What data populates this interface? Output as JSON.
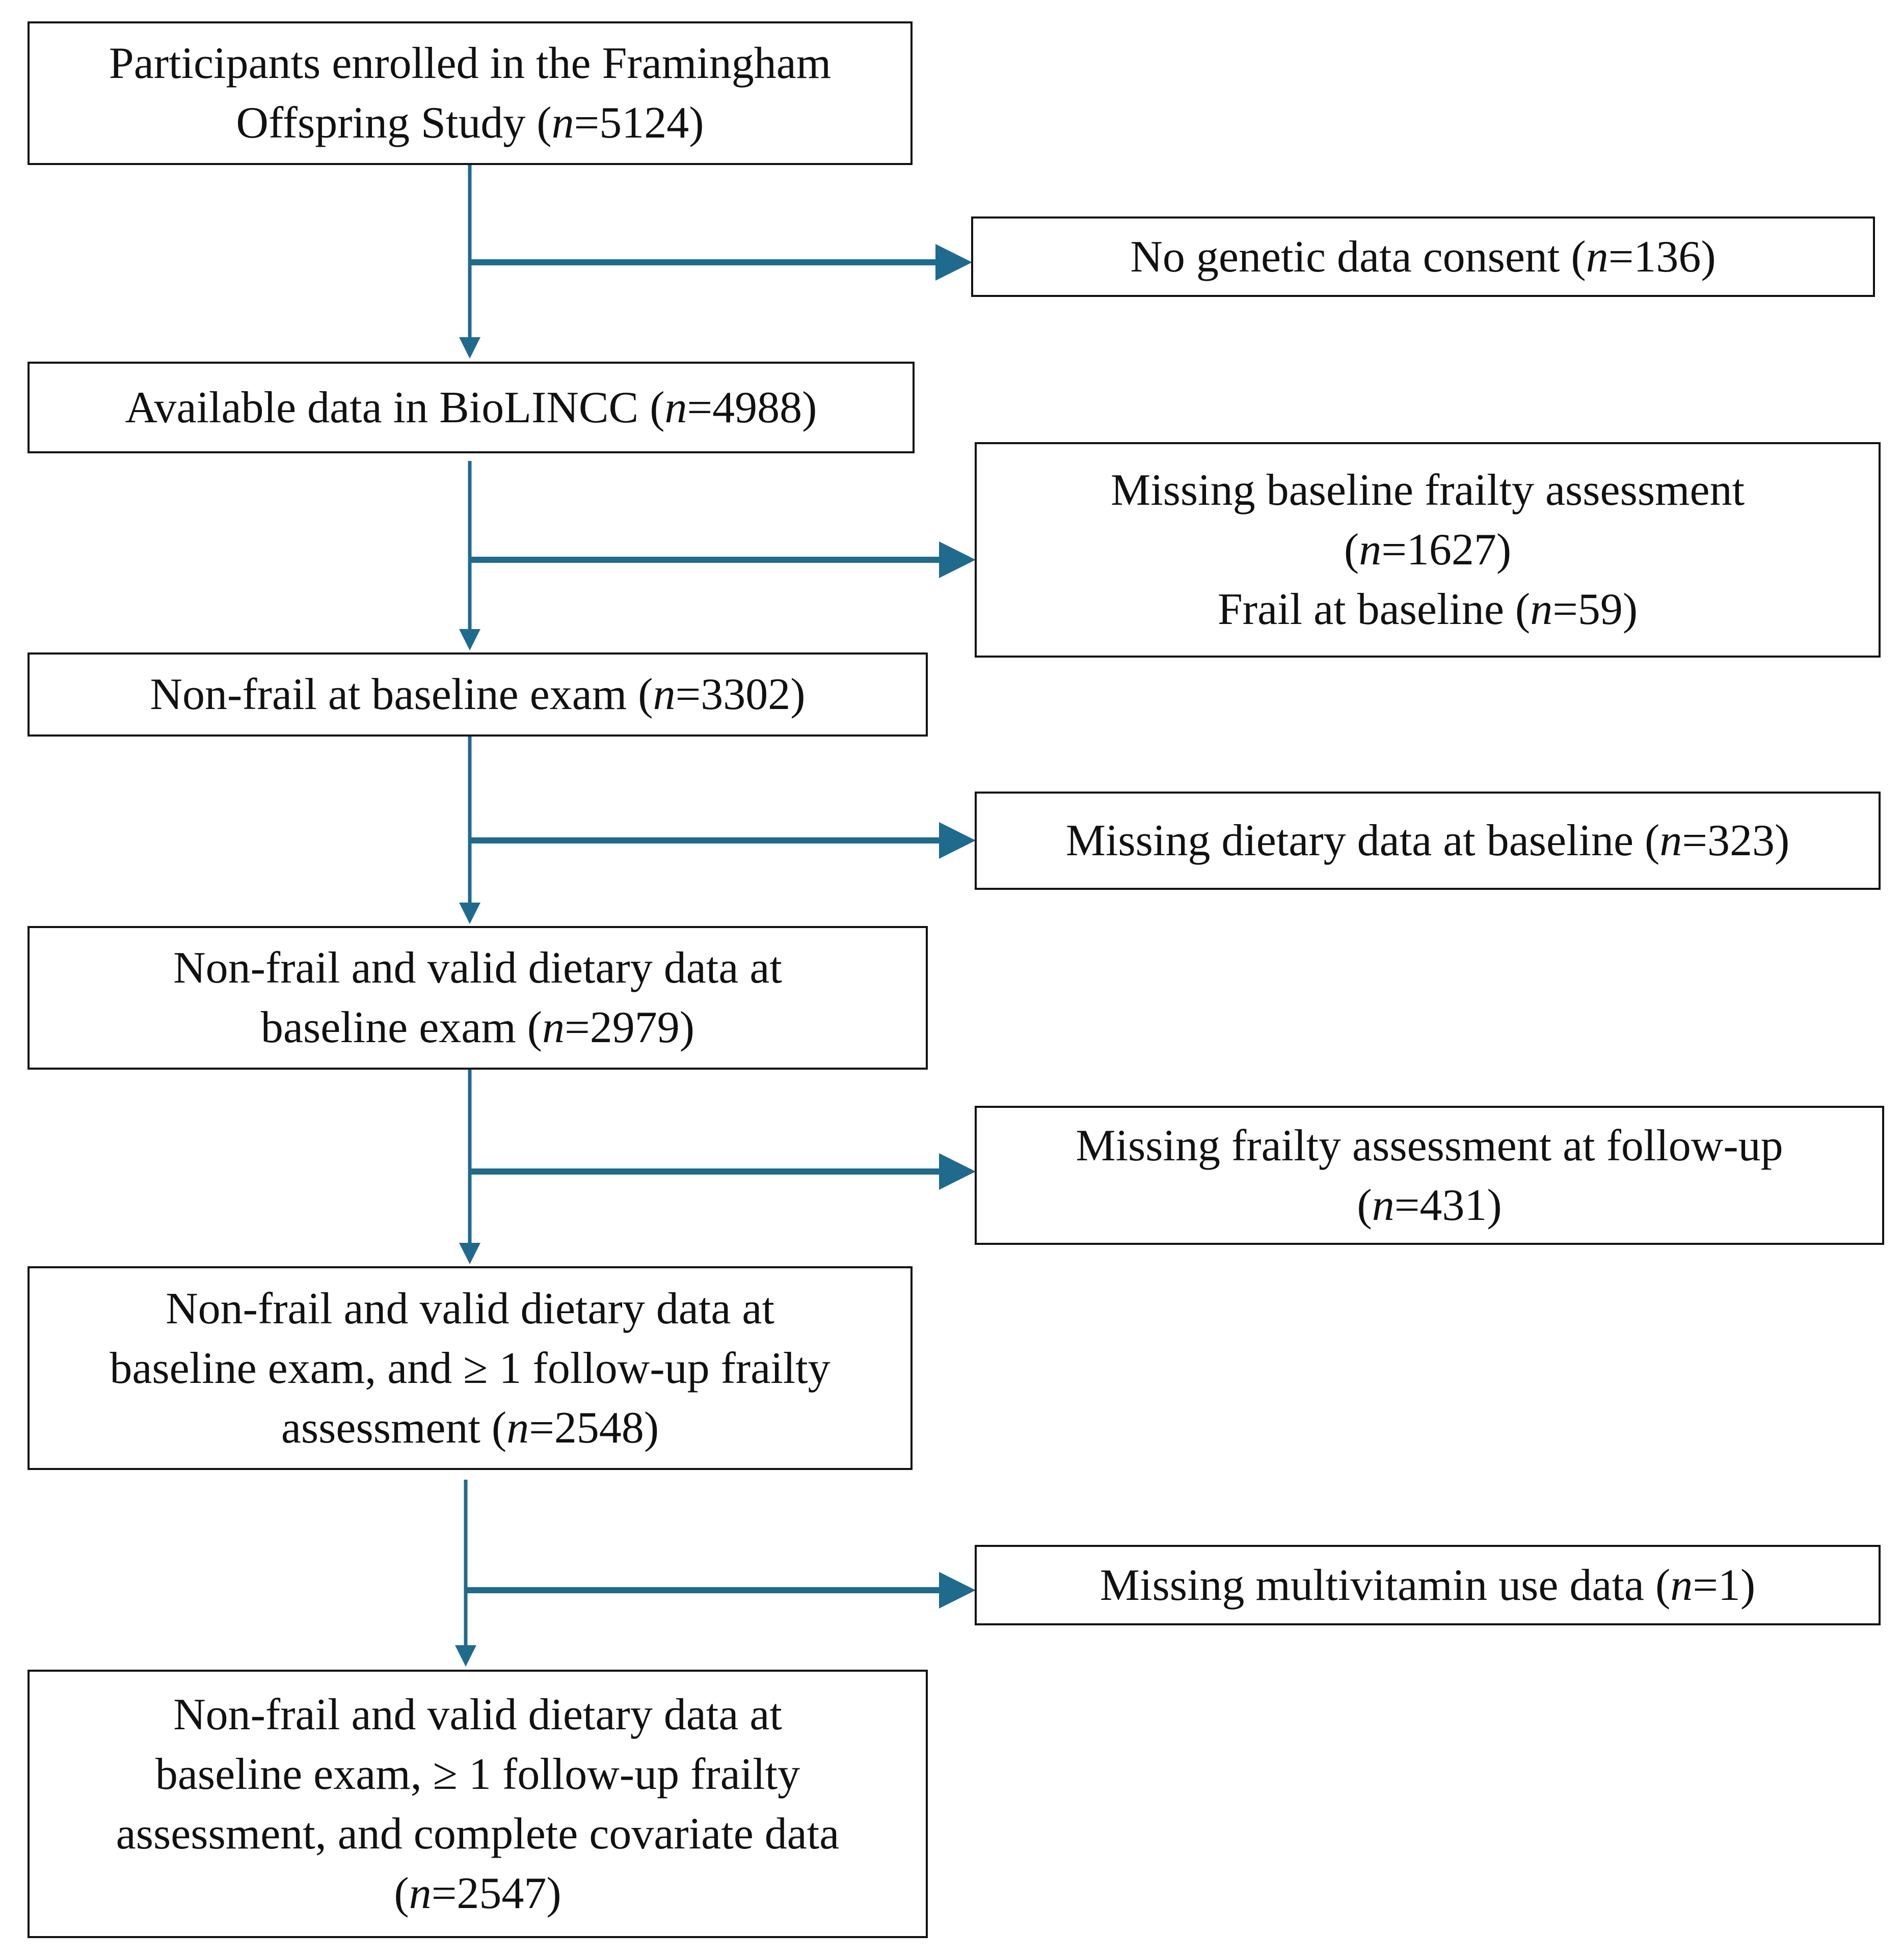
{
  "colors": {
    "connector": "#1f6b8e",
    "border": "#111111",
    "text": "#111111",
    "background": "#ffffff"
  },
  "flowchart": {
    "main_steps": [
      {
        "id": "enrolled",
        "lines": [
          {
            "text": "Participants enrolled in the Framingham"
          },
          {
            "pre": "Offspring Study (",
            "n": "n",
            "post": "=5124)"
          }
        ]
      },
      {
        "id": "biolincc",
        "lines": [
          {
            "pre": "Available data in BioLINCC (",
            "n": "n",
            "post": "=4988)"
          }
        ]
      },
      {
        "id": "nonfrail",
        "lines": [
          {
            "pre": "Non-frail at baseline exam (",
            "n": "n",
            "post": "=3302)"
          }
        ]
      },
      {
        "id": "dietary",
        "lines": [
          {
            "text": "Non-frail and valid dietary data at"
          },
          {
            "pre": "baseline exam (",
            "n": "n",
            "post": "=2979)"
          }
        ]
      },
      {
        "id": "followup",
        "lines": [
          {
            "text": "Non-frail and valid dietary data at"
          },
          {
            "text": "baseline exam, and ≥ 1 follow-up frailty"
          },
          {
            "pre": "assessment (",
            "n": "n",
            "post": "=2548)"
          }
        ]
      },
      {
        "id": "final",
        "lines": [
          {
            "text": "Non-frail and valid dietary data at"
          },
          {
            "text": "baseline exam, ≥ 1 follow-up frailty"
          },
          {
            "text": "assessment, and complete covariate data"
          },
          {
            "pre": "(",
            "n": "n",
            "post": "=2547)"
          }
        ]
      }
    ],
    "exclusions": [
      {
        "id": "no-consent",
        "lines": [
          {
            "pre": "No genetic data consent (",
            "n": "n",
            "post": "=136)"
          }
        ]
      },
      {
        "id": "missing-frailty-baseline",
        "lines": [
          {
            "text": "Missing baseline frailty assessment"
          },
          {
            "pre": "(",
            "n": "n",
            "post": "=1627)"
          },
          {
            "pre": "Frail at baseline (",
            "n": "n",
            "post": "=59)"
          }
        ]
      },
      {
        "id": "missing-dietary",
        "lines": [
          {
            "pre": "Missing dietary data at baseline (",
            "n": "n",
            "post": "=323)"
          }
        ]
      },
      {
        "id": "missing-frailty-followup",
        "lines": [
          {
            "text": "Missing frailty assessment at follow-up"
          },
          {
            "pre": "(",
            "n": "n",
            "post": "=431)"
          }
        ]
      },
      {
        "id": "missing-multivitamin",
        "lines": [
          {
            "pre": "Missing multivitamin use data (",
            "n": "n",
            "post": "=1)"
          }
        ]
      }
    ]
  }
}
